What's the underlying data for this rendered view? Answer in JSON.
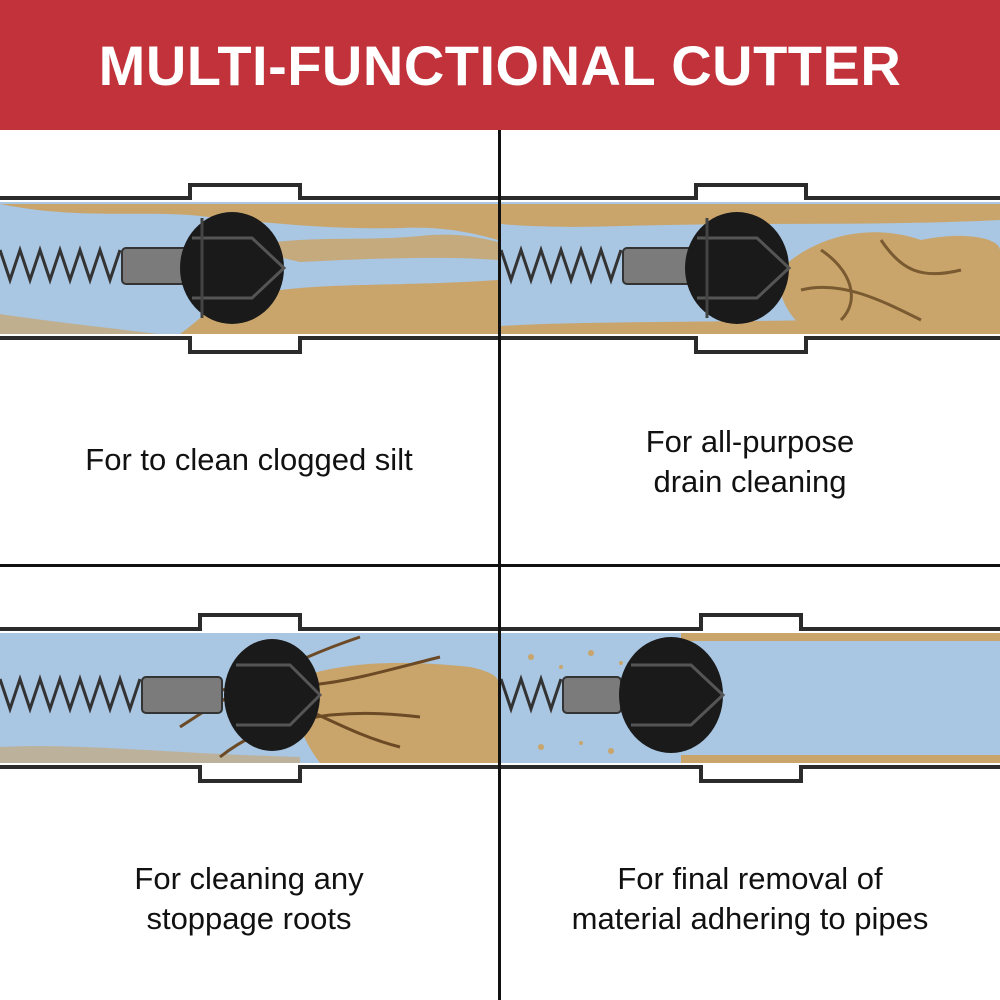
{
  "banner": {
    "title": "MULTI-FUNCTIONAL CUTTER",
    "background": "#c1323b"
  },
  "panels": [
    {
      "caption_line1": "For to clean clogged silt",
      "caption_line2": "",
      "illustration": "silt-clog"
    },
    {
      "caption_line1": "For all-purpose",
      "caption_line2": "drain cleaning",
      "illustration": "debris-clog"
    },
    {
      "caption_line1": "For cleaning any",
      "caption_line2": "stoppage roots",
      "illustration": "root-clog"
    },
    {
      "caption_line1": "For final removal of",
      "caption_line2": "material adhering to pipes",
      "illustration": "residue"
    }
  ],
  "colors": {
    "pipe_water": "#a9c6e3",
    "pipe_wall": "#2b2b2b",
    "silt": "#c9a56b",
    "cutter": "#1a1a1a",
    "divider": "#111111"
  }
}
